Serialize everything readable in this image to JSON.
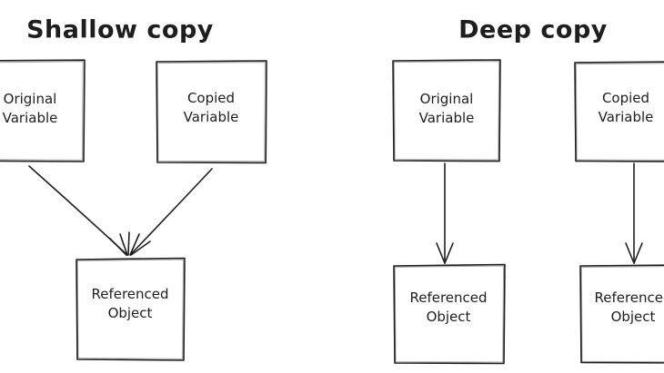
{
  "diagram": {
    "colors": {
      "stroke": "#1e1e1e",
      "background": "#ffffff"
    },
    "sections": [
      {
        "title": "Shallow copy",
        "boxes": [
          {
            "label": "Original\nVariable"
          },
          {
            "label": "Copied\nVariable"
          },
          {
            "label": "Referenced\nObject"
          }
        ]
      },
      {
        "title": "Deep copy",
        "boxes": [
          {
            "label": "Original\nVariable"
          },
          {
            "label": "Copied\nVariable"
          },
          {
            "label": "Referenced\nObject"
          },
          {
            "label": "Referenced\nObject"
          }
        ]
      }
    ]
  }
}
